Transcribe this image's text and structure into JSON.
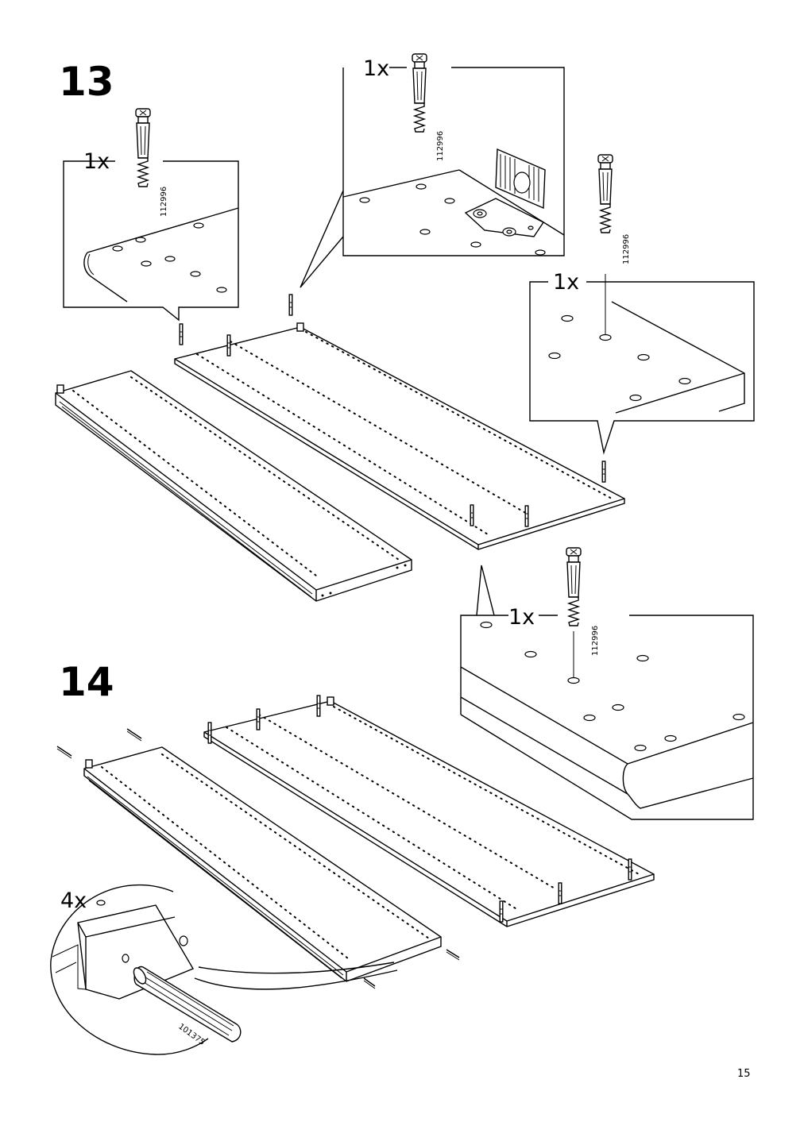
{
  "steps": [
    {
      "number": "13",
      "callouts": [
        {
          "quantity": "1x",
          "part_number": "112996"
        },
        {
          "quantity": "1x",
          "part_number": "112996"
        },
        {
          "quantity": "1x",
          "part_number": "112996"
        },
        {
          "quantity": "1x",
          "part_number": "112996"
        }
      ]
    },
    {
      "number": "14",
      "callouts": [
        {
          "quantity": "4x",
          "part_number": "101375"
        }
      ]
    }
  ],
  "page_number": "15"
}
